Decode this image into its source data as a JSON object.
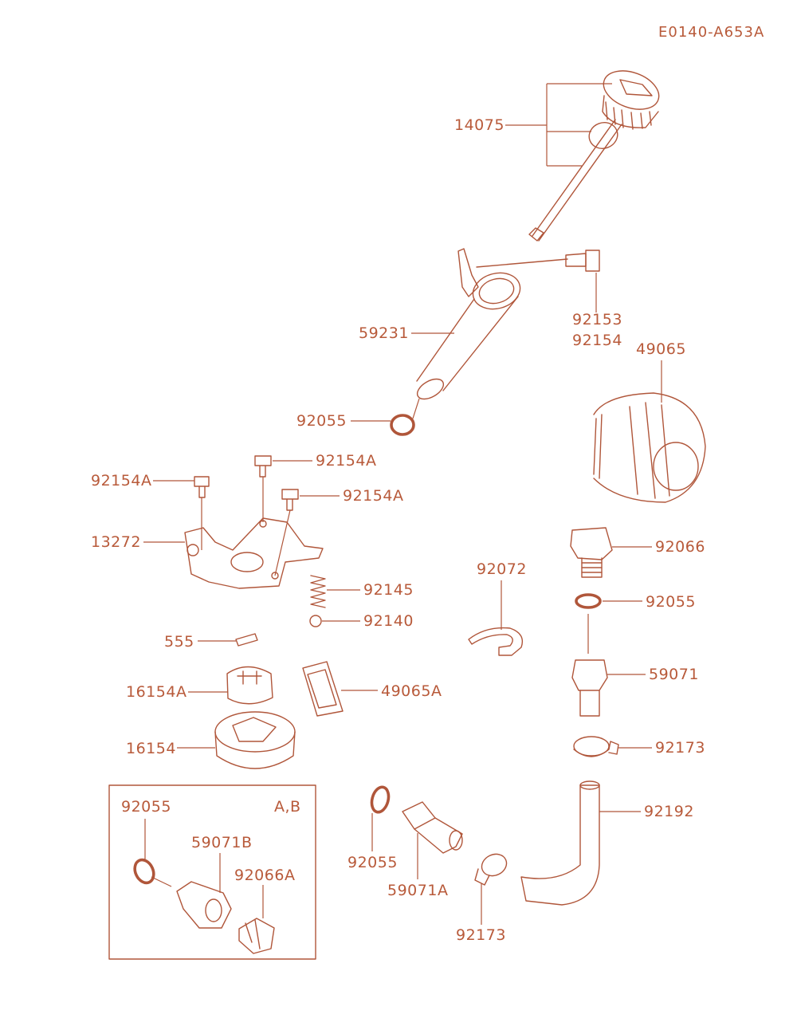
{
  "drawing_ref": "E0140-A653A",
  "inset_title": "A,B",
  "accent_color": "#b85a3a",
  "callouts": [
    {
      "id": "c14075",
      "text": "14075"
    },
    {
      "id": "c59231",
      "text": "59231"
    },
    {
      "id": "c92153",
      "text": "92153"
    },
    {
      "id": "c92154",
      "text": "92154"
    },
    {
      "id": "c49065",
      "text": "49065"
    },
    {
      "id": "c92055a",
      "text": "92055"
    },
    {
      "id": "c92154Aa",
      "text": "92154A"
    },
    {
      "id": "c92154Ab",
      "text": "92154A"
    },
    {
      "id": "c92154Ac",
      "text": "92154A"
    },
    {
      "id": "c13272",
      "text": "13272"
    },
    {
      "id": "c92066",
      "text": "92066"
    },
    {
      "id": "c92072",
      "text": "92072"
    },
    {
      "id": "c92055b",
      "text": "92055"
    },
    {
      "id": "c92145",
      "text": "92145"
    },
    {
      "id": "c92140",
      "text": "92140"
    },
    {
      "id": "c555",
      "text": "555"
    },
    {
      "id": "c59071",
      "text": "59071"
    },
    {
      "id": "c16154A",
      "text": "16154A"
    },
    {
      "id": "c49065A",
      "text": "49065A"
    },
    {
      "id": "c16154",
      "text": "16154"
    },
    {
      "id": "c92173a",
      "text": "92173"
    },
    {
      "id": "c92055c",
      "text": "92055"
    },
    {
      "id": "c59071B",
      "text": "59071B"
    },
    {
      "id": "c92066A",
      "text": "92066A"
    },
    {
      "id": "c92192",
      "text": "92192"
    },
    {
      "id": "c92055d",
      "text": "92055"
    },
    {
      "id": "c59071A",
      "text": "59071A"
    },
    {
      "id": "c92173b",
      "text": "92173"
    }
  ]
}
